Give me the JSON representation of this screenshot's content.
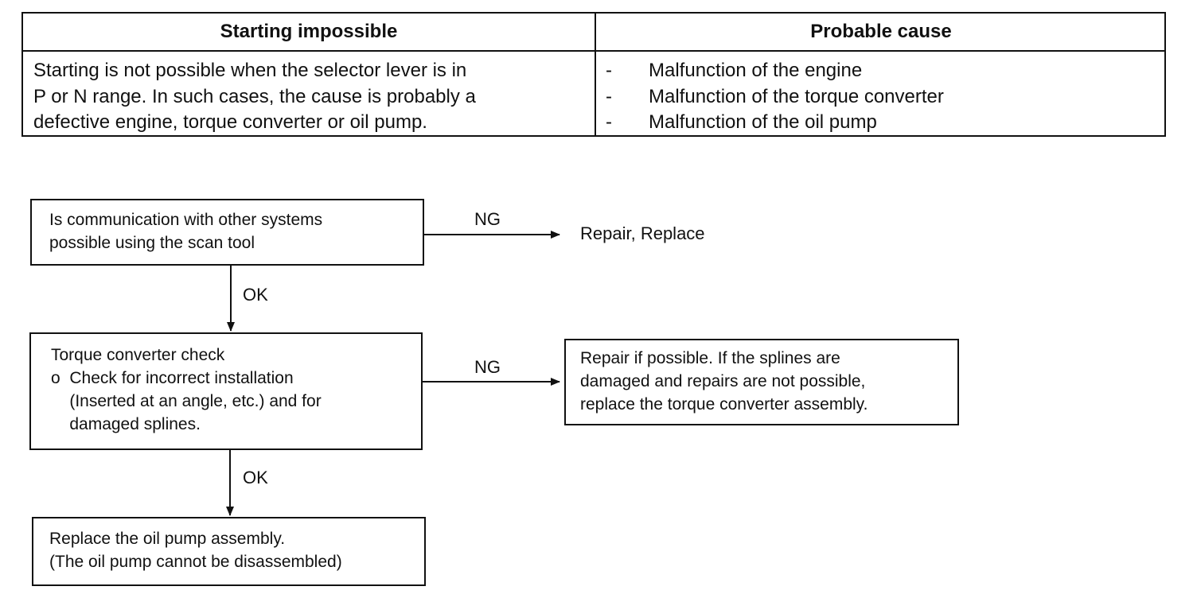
{
  "table": {
    "header_left": "Starting impossible",
    "header_right": "Probable cause",
    "description_lines": [
      "Starting is not possible when the selector lever is in",
      "P or N range.  In such cases, the cause is probably a",
      "defective engine, torque converter or oil pump."
    ],
    "causes": [
      {
        "bullet": "-",
        "text": "Malfunction of the engine"
      },
      {
        "bullet": "-",
        "text": "Malfunction of the torque converter"
      },
      {
        "bullet": "-",
        "text": "Malfunction of the oil pump"
      }
    ]
  },
  "flowchart": {
    "step1": {
      "lines": [
        "Is communication with other systems",
        "possible using the scan tool"
      ]
    },
    "step1_ng_label": "NG",
    "step1_ng_result": "Repair, Replace",
    "step1_ok_label": "OK",
    "step2": {
      "lines": [
        "Torque converter check",
        "o  Check for incorrect installation",
        "    (Inserted at an angle, etc.) and for",
        "    damaged splines."
      ]
    },
    "step2_ng_label": "NG",
    "step2_ng_result": {
      "lines": [
        "Repair if possible. If the splines are",
        "damaged and repairs are not possible,",
        "replace the torque converter assembly."
      ]
    },
    "step2_ok_label": "OK",
    "step3": {
      "lines": [
        "Replace the oil pump assembly.",
        "(The oil pump cannot be disassembled)"
      ]
    }
  }
}
